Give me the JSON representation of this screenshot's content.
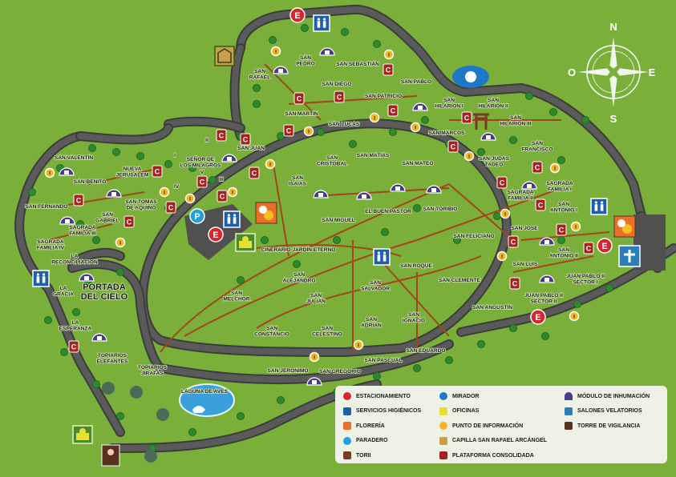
{
  "map": {
    "compass": {
      "north": "N",
      "south": "S",
      "east": "E",
      "west": "O"
    },
    "areas": [
      "SAN VALENTÍN",
      "NUEVA\nJERUSALEM",
      "SAN BENITO",
      "SAN FERNANDO",
      "SAN TOMAS\nDE AQUINO",
      "SAN\nGABRIEL",
      "SAGRADA\nFAMILIA III",
      "SAGRADA\nFAMILIA IV",
      "LA\nRECONCILIACION",
      "LA\nGRACIA",
      "LA\nESPERANZA",
      "TOPIARIOS\nELEFANTES",
      "TOPIARIOS\nJIRAFAS",
      "LAGUNA DE AVES",
      "I",
      "II",
      "III",
      "IV",
      "V",
      "SEÑOR DE\nLOS MILAGROS",
      "SAN JUAN",
      "SAN\nRAFAEL",
      "SAN\nPEDRO",
      "SAN SEBASTIÁN",
      "SAN DIEGO",
      "SAN PABLO",
      "SAN PATRICIO",
      "SAN MARTIN",
      "SAN LUCAS",
      "SAN\nHILARION I",
      "SAN\nHILARION II",
      "SAN\nHILARION III",
      "SAN MARCOS",
      "SAN\nFRANCISCO",
      "SAN\nCRISTOBAL",
      "SAN MATIAS",
      "SAN MATEO",
      "SAN JUDAS\nTADEO",
      "SAN\nISAIAS",
      "SAGRADA\nFAMILIA II",
      "SAGRADA\nFAMILIA I",
      "EL BUEN PASTOR",
      "SAN TORIBIO",
      "SAN\nANTONIO I",
      "SAN MIGUEL",
      "SAN JOSE",
      "SAN FELICIANO",
      "SAN\nANTONIO II",
      "CINERARIO JARDÍN ETERNO",
      "SAN LUIS",
      "SAN ROQUE",
      "SAN\nALEJANDRO",
      "SAN CLEMENTE",
      "JUAN PABLO II\nSECTOR I",
      "JUAN PABLO II\nSECTOR II",
      "SAN\nMELCHOR",
      "SAN\nSALVADOR",
      "SAN\nJULIÁN",
      "SAN ANGUSTÍN",
      "SAN\nIGNACIO",
      "SAN\nADRIAN",
      "SAN\nCONSTANCIO",
      "SAN\nCELESTINO",
      "SAN EDUARDO",
      "SAN PASCUAL",
      "SAN JERONIMO",
      "SAN GREGORIO"
    ],
    "landmark": "PORTADA\nDEL CIELO",
    "icon_letters": {
      "parking": "E",
      "platform": "C",
      "info": "I",
      "bus_stop": "P"
    }
  },
  "legend": [
    {
      "icon": "parking-icon",
      "label": "ESTACIONAMIENTO",
      "color": "#d9232e"
    },
    {
      "icon": "restroom-icon",
      "label": "SERVICIOS HIGIÉNICOS",
      "color": "#1d5fa8"
    },
    {
      "icon": "florist-icon",
      "label": "FLORERÍA",
      "color": "#e8702a"
    },
    {
      "icon": "bus-stop-icon",
      "label": "PARADERO",
      "color": "#22a0dc"
    },
    {
      "icon": "torii-icon",
      "label": "TORII",
      "color": "#7a3b20"
    },
    {
      "icon": "viewpoint-icon",
      "label": "MIRADOR",
      "color": "#1e78c8"
    },
    {
      "icon": "office-icon",
      "label": "OFICINAS",
      "color": "#e8e030"
    },
    {
      "icon": "info-icon",
      "label": "PUNTO DE INFORMACIÓN",
      "color": "#f2b824"
    },
    {
      "icon": "chapel-icon",
      "label": "CAPILLA SAN RAFAEL ARCÁNGEL",
      "color": "#c9a04a"
    },
    {
      "icon": "platform-icon",
      "label": "PLATAFORMA CONSOLIDADA",
      "color": "#a5221e"
    },
    {
      "icon": "burial-module-icon",
      "label": "MÓDULO DE INHUMACIÓN",
      "color": "#4a3a8c"
    },
    {
      "icon": "funeral-hall-icon",
      "label": "SALONES VELATORIOS",
      "color": "#2a7fb8"
    },
    {
      "icon": "watchtower-icon",
      "label": "TORRE DE VIGILANCIA",
      "color": "#5a3020"
    }
  ],
  "colors": {
    "grass": "#7ab03a",
    "road": "#4b4b4b",
    "path": "#a2461c",
    "tree": "#2f8a2f",
    "water": "#3aa0dc"
  }
}
